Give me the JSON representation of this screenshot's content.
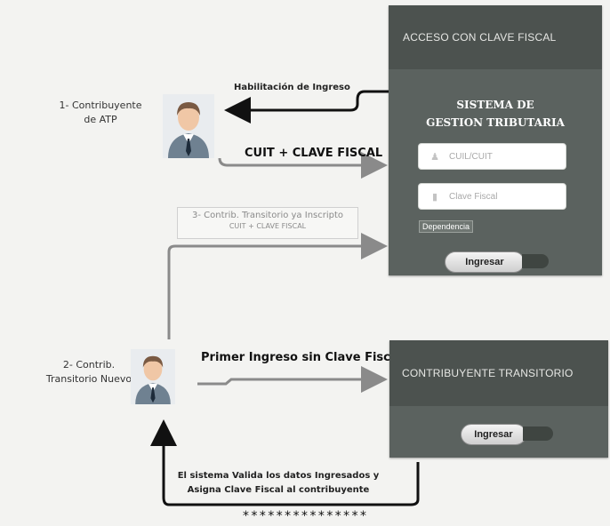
{
  "login_panel": {
    "header": "ACCESO CON CLAVE FISCAL",
    "title_line1": "SISTEMA DE",
    "title_line2": "GESTION TRIBUTARIA",
    "user_placeholder": "CUIL/CUIT",
    "password_placeholder": "Clave Fiscal",
    "dependencia_label": "Dependencia",
    "submit_label": "Ingresar"
  },
  "transitorio_panel": {
    "header": "CONTRIBUYENTE TRANSITORIO",
    "submit_label": "Ingresar"
  },
  "actors": {
    "atp_line1": "1- Contribuyente",
    "atp_line2": "de ATP",
    "nuevo_line1": "2- Contrib.",
    "nuevo_line2": "Transitorio Nuevo"
  },
  "flows": {
    "habilitacion": "Habilitación de Ingreso",
    "cuit_clave": "CUIT + CLAVE FISCAL",
    "inscripto_line1": "3- Contrib. Transitorio ya Inscripto",
    "inscripto_line2": "CUIT + CLAVE FISCAL",
    "primer_ingreso": "Primer Ingreso sin Clave Fiscal",
    "valida_line1": "El sistema Valida los datos Ingresados y",
    "valida_line2": "Asigna Clave Fiscal al contribuyente"
  },
  "footer": {
    "stars": "***************"
  },
  "colors": {
    "panel": "#5b625f",
    "panel_header": "#4c524f",
    "arrow_black": "#111111",
    "arrow_gray": "#8a8a8a"
  },
  "icons": {
    "user_avatar": "person-avatar-icon",
    "user_field": "user-icon",
    "password_field": "lock-icon"
  }
}
